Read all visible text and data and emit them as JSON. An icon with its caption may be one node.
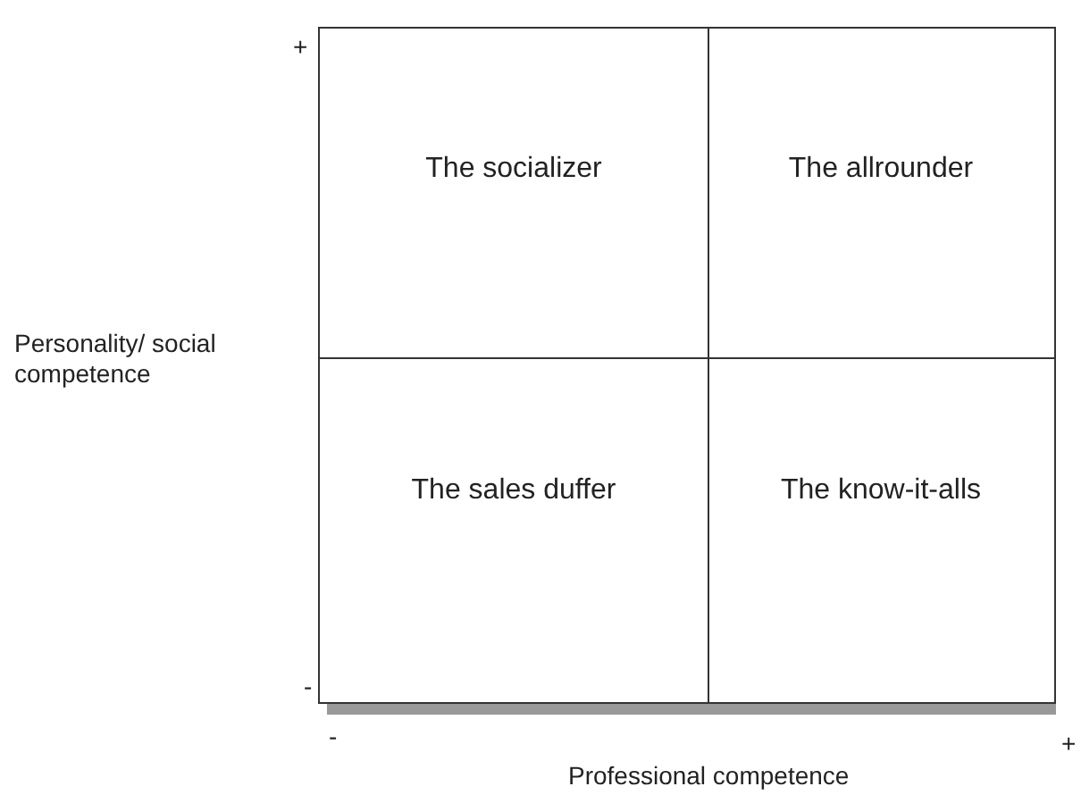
{
  "diagram": {
    "nodes": [
      {
        "text": [
          "The socializer"
        ]
      },
      {
        "text": [
          "The allrounder"
        ]
      },
      {
        "text": [
          "The sales duffer"
        ]
      },
      {
        "text": [
          "The know-it-alls"
        ]
      }
    ],
    "edges": [],
    "labels": [
      "+",
      "Personality/ social competence",
      "-",
      "-",
      "+",
      "Professional competence"
    ]
  }
}
